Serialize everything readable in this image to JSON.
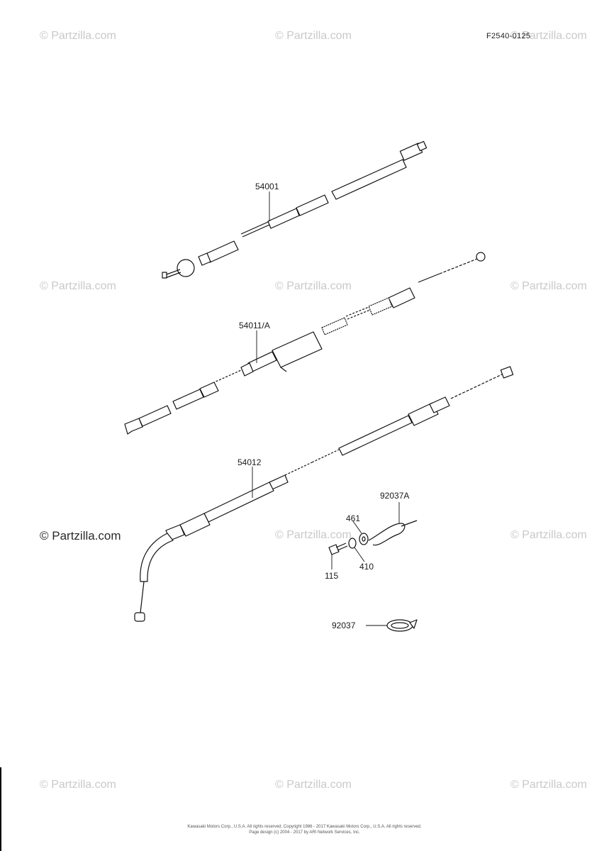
{
  "header": {
    "diagram_code": "F2540-0125"
  },
  "watermark": {
    "text": "© Partzilla.com"
  },
  "parts": [
    {
      "id": "54001"
    },
    {
      "id": "54011/A"
    },
    {
      "id": "54012"
    },
    {
      "id": "92037A"
    },
    {
      "id": "461"
    },
    {
      "id": "410"
    },
    {
      "id": "115"
    },
    {
      "id": "92037"
    }
  ],
  "footer": {
    "line1": "Kawasaki Motors Corp., U.S.A. All rights reserved. Copyright 1986 - 2017 Kawasaki Motors Corp., U.S.A. All rights reserved.",
    "line2": "Page design (c) 2004 - 2017 by ARI Network Services, Inc."
  }
}
